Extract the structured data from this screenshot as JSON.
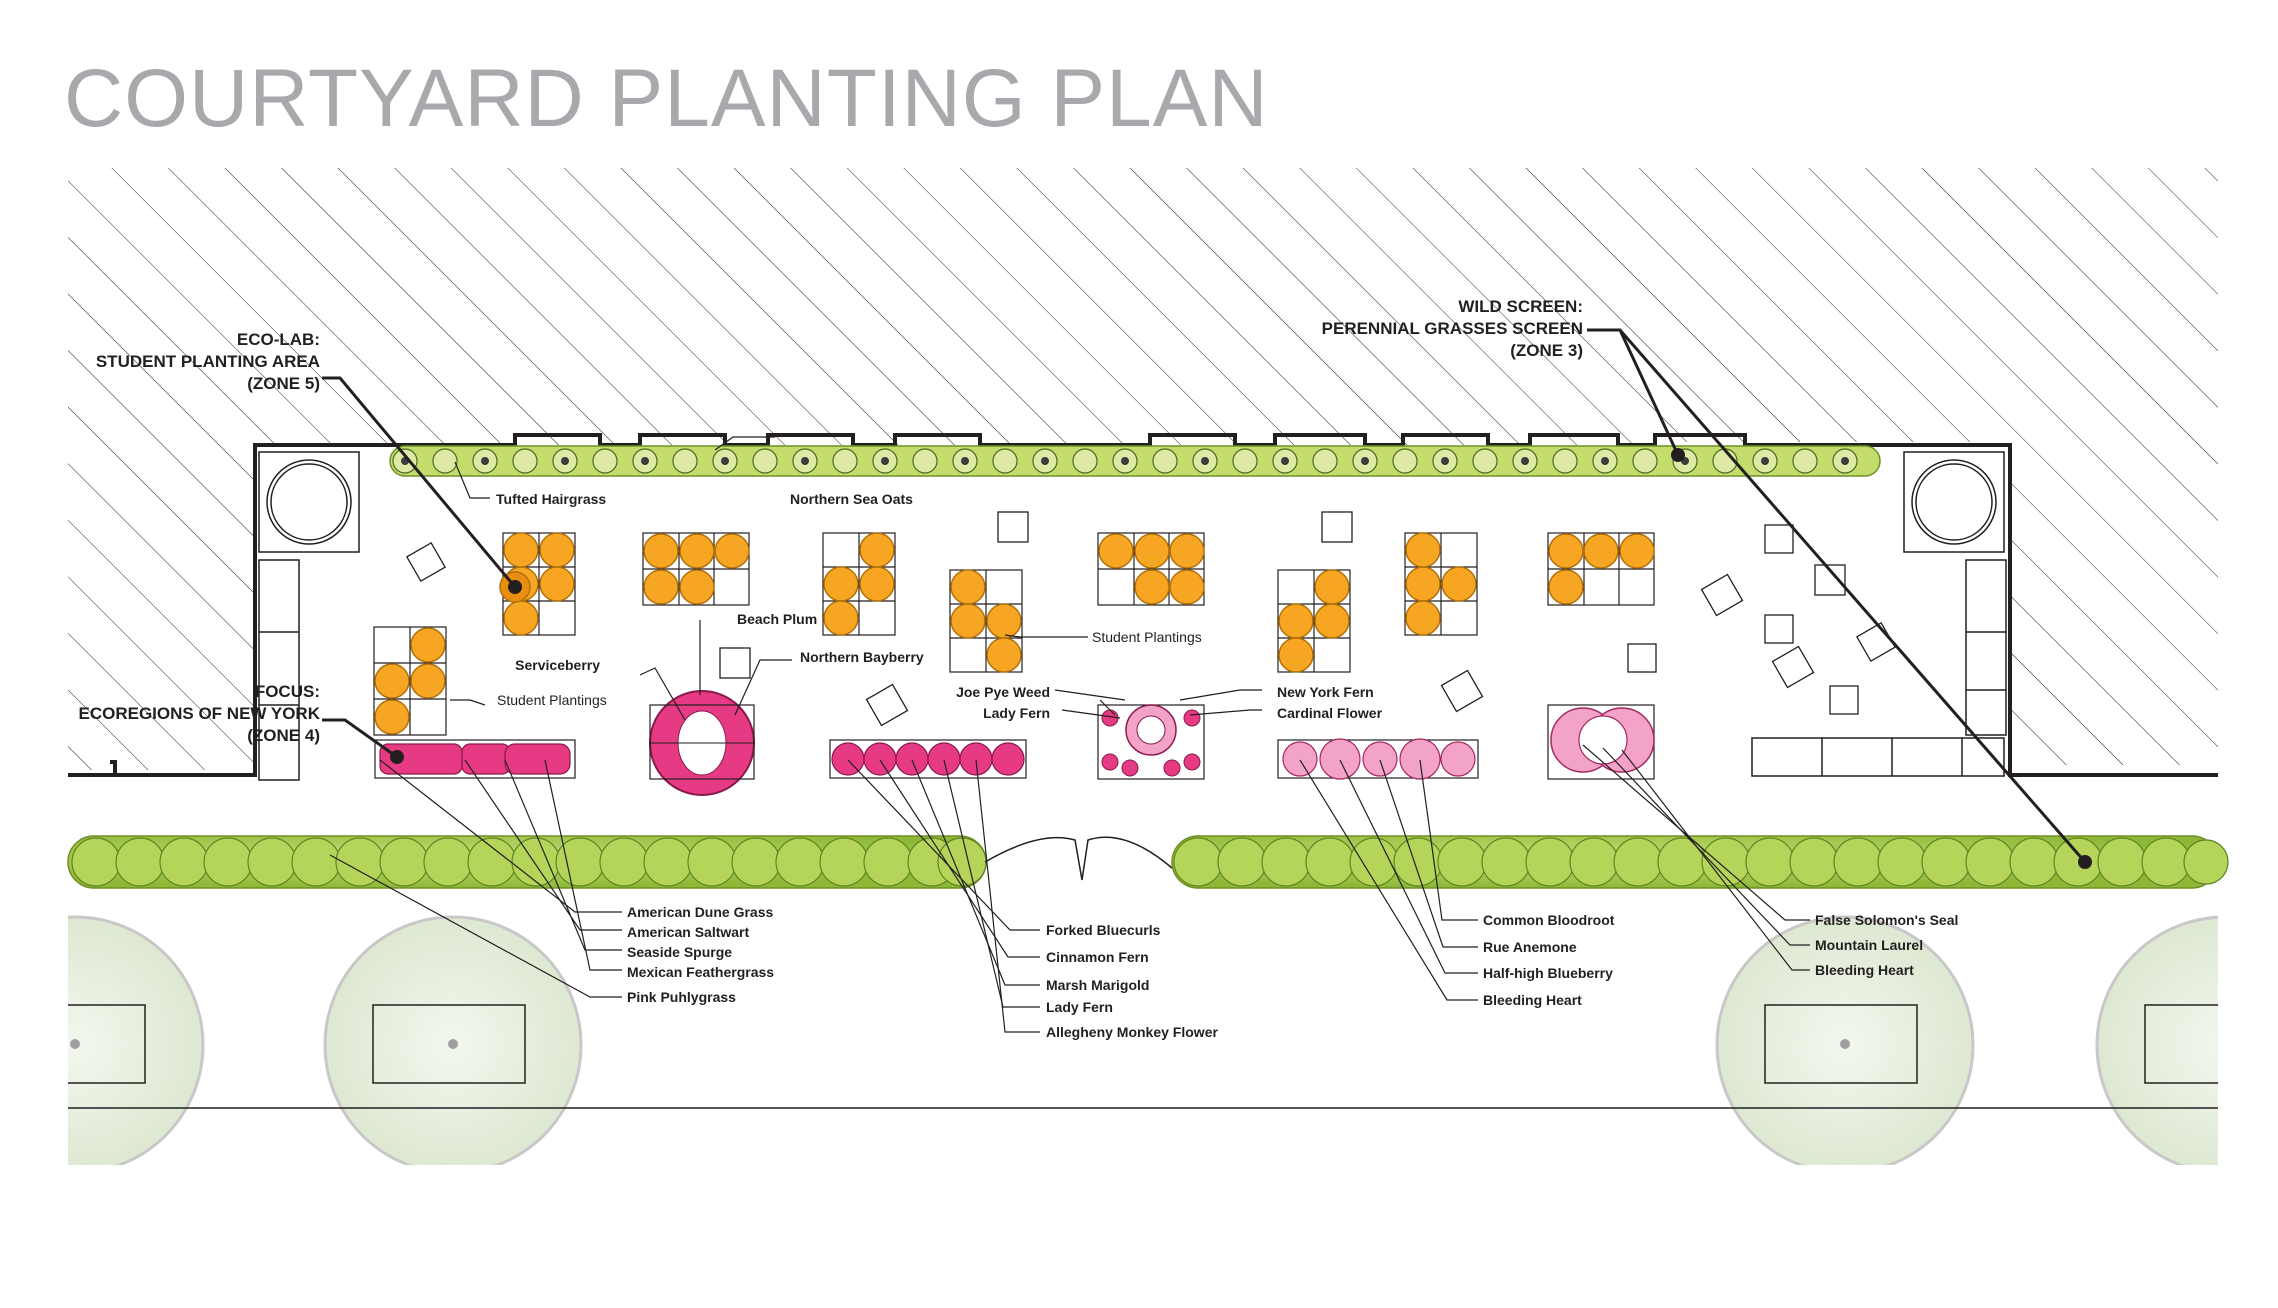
{
  "title": "COURTYARD PLANTING PLAN",
  "colors": {
    "orange": "#f6a623",
    "pink": "#e63a84",
    "light_pink": "#f4a3c8",
    "green": "#9cc43c",
    "dark_green": "#4a6b1f",
    "grey_title": "#a7a9ac"
  },
  "callouts": {
    "eco_lab": [
      "ECO-LAB:",
      "STUDENT PLANTING AREA",
      "(ZONE 5)"
    ],
    "focus": [
      "FOCUS:",
      "ECOREGIONS OF NEW YORK",
      "(ZONE 4)"
    ],
    "wild_screen": [
      "WILD SCREEN:",
      "PERENNIAL GRASSES SCREEN",
      "(ZONE 3)"
    ]
  },
  "labels": {
    "tufted_hairgrass": "Tufted Hairgrass",
    "northern_sea_oats": "Northern Sea Oats",
    "beach_plum": "Beach Plum",
    "serviceberry": "Serviceberry",
    "northern_bayberry": "Northern Bayberry",
    "student_plantings_left": "Student Plantings",
    "student_plantings_mid": "Student Plantings",
    "joe_pye_weed": "Joe Pye Weed",
    "lady_fern_top": "Lady Fern",
    "new_york_fern": "New York Fern",
    "cardinal_flower": "Cardinal Flower"
  },
  "plant_lists": {
    "ecoregion_left": [
      "American Dune Grass",
      "American Saltwart",
      "Seaside Spurge",
      "Mexican Feathergrass",
      "Pink Puhlygrass"
    ],
    "ecoregion_mid": [
      "Forked Bluecurls",
      "Cinnamon Fern",
      "Marsh Marigold",
      "Lady Fern",
      "Allegheny Monkey Flower"
    ],
    "ecoregion_right": [
      "Common Bloodroot",
      "Rue Anemone",
      "Half-high Blueberry",
      "Bleeding Heart"
    ],
    "ecoregion_far_right": [
      "False Solomon's Seal",
      "Mountain Laurel",
      "Bleeding Heart"
    ]
  }
}
